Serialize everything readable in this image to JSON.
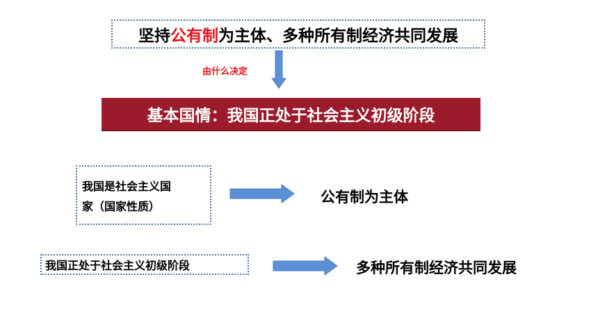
{
  "top_box": {
    "prefix": "坚持",
    "highlight": "公有制",
    "suffix": "为主体、多种所有制经济共同发展"
  },
  "down_label": "由什么决定",
  "banner": "基本国情：我国正处于社会主义初级阶段",
  "row1": {
    "cause_line1": "我国是社会主义国",
    "cause_line2": "家（国家性质）",
    "effect": "公有制为主体"
  },
  "row2": {
    "cause": "我国正处于社会主义初级阶段",
    "effect": "多种所有制经济共同发展"
  },
  "colors": {
    "highlight": "#e8141c",
    "banner_bg": "#9b1b2a",
    "arrow": "#5b8fd6",
    "border": "#4472a8"
  }
}
